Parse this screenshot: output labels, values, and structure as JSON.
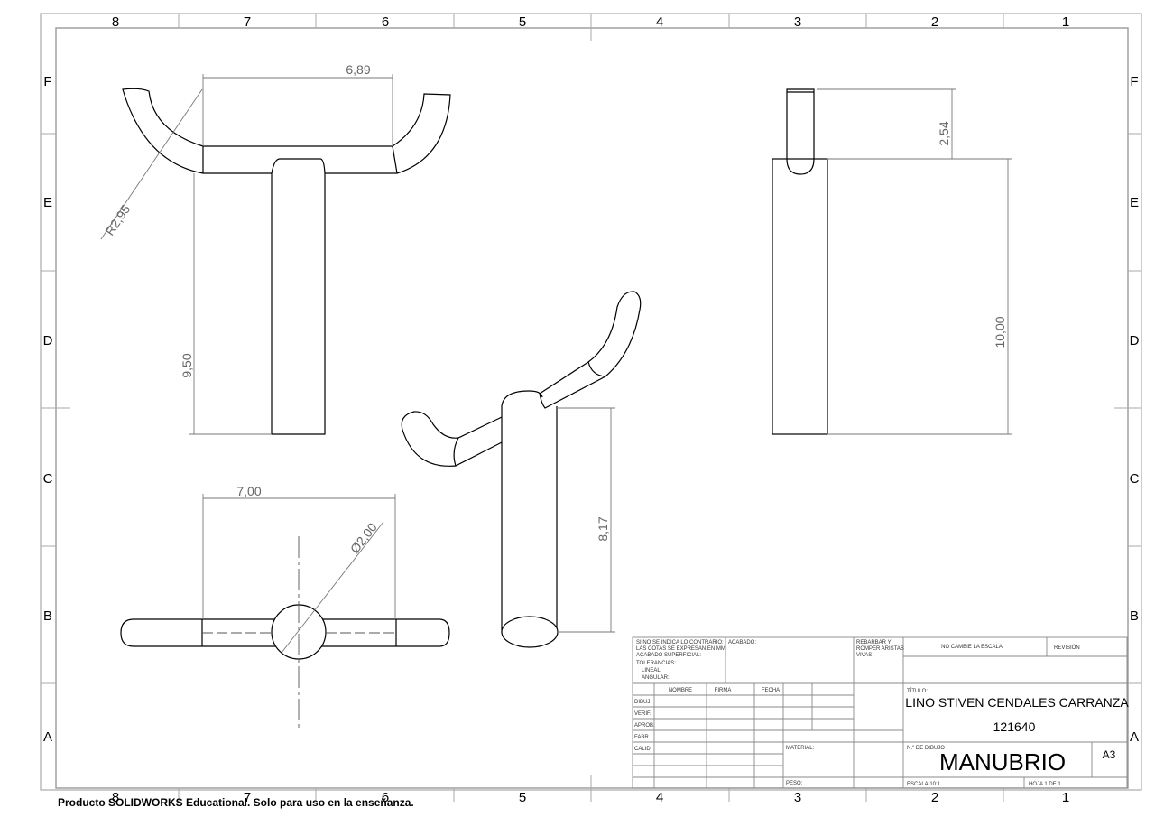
{
  "sheet": {
    "columns": [
      "8",
      "7",
      "6",
      "5",
      "4",
      "3",
      "2",
      "1"
    ],
    "rows": [
      "F",
      "E",
      "D",
      "C",
      "B",
      "A"
    ]
  },
  "dimensions": {
    "top_width": "6,89",
    "radius": "R2,95",
    "stem_height": "9,50",
    "side_top": "2,54",
    "side_height": "10,00",
    "bottom_width": "7,00",
    "diameter": "Ø2,00",
    "iso_height": "8,17"
  },
  "title_block": {
    "notes": [
      "SI NO SE INDICA LO CONTRARIO:",
      "LAS COTAS SE EXPRESAN EN MM",
      "ACABADO SUPERFICIAL:",
      "TOLERANCIAS:",
      "LINEAL:",
      "ANGULAR:"
    ],
    "acabado": "ACABADO:",
    "rebarbar": [
      "REBARBAR Y",
      "ROMPER ARISTAS",
      "VIVAS"
    ],
    "no_cambie": "NO CAMBIE LA ESCALA",
    "revision": "REVISIÓN",
    "col_nombre": "NOMBRE",
    "col_firma": "FIRMA",
    "col_fecha": "FECHA",
    "row_labels": [
      "DIBUJ.",
      "VERIF.",
      "APROB.",
      "FABR.",
      "CALID."
    ],
    "titulo_label": "TÍTULO:",
    "author": "LINO STIVEN CENDALES CARRANZA",
    "code": "121640",
    "material_label": "MATERIAL:",
    "drawing_no_label": "N.º DE DIBUJO",
    "drawing_name": "MANUBRIO",
    "size": "A3",
    "peso_label": "PESO:",
    "escala": "ESCALA:10:1",
    "hoja": "HOJA 1 DE 1"
  },
  "footer": "Producto SOLIDWORKS Educational. Solo para uso en la enseñanza."
}
